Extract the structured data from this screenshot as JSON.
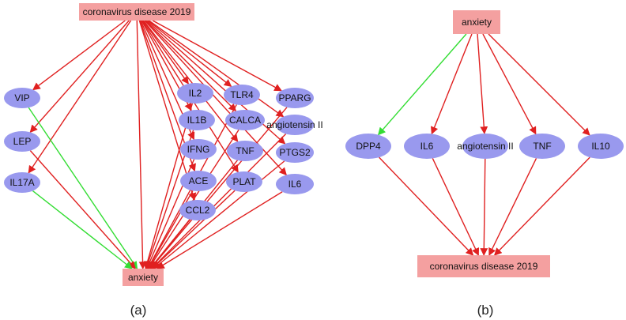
{
  "panel_a": {
    "caption": "(a)",
    "nodes": [
      {
        "id": "covid_a",
        "label": "coronavirus disease 2019",
        "shape": "rect"
      },
      {
        "id": "anxiety_a",
        "label": "anxiety",
        "shape": "rect"
      },
      {
        "id": "VIP",
        "label": "VIP",
        "shape": "ellipse"
      },
      {
        "id": "LEP",
        "label": "LEP",
        "shape": "ellipse"
      },
      {
        "id": "IL17A",
        "label": "IL17A",
        "shape": "ellipse"
      },
      {
        "id": "IL2",
        "label": "IL2",
        "shape": "ellipse"
      },
      {
        "id": "IL1B",
        "label": "IL1B",
        "shape": "ellipse"
      },
      {
        "id": "IFNG",
        "label": "IFNG",
        "shape": "ellipse"
      },
      {
        "id": "ACE",
        "label": "ACE",
        "shape": "ellipse"
      },
      {
        "id": "CCL2",
        "label": "CCL2",
        "shape": "ellipse"
      },
      {
        "id": "TLR4",
        "label": "TLR4",
        "shape": "ellipse"
      },
      {
        "id": "CALCA",
        "label": "CALCA",
        "shape": "ellipse"
      },
      {
        "id": "TNF_a",
        "label": "TNF",
        "shape": "ellipse"
      },
      {
        "id": "PLAT",
        "label": "PLAT",
        "shape": "ellipse"
      },
      {
        "id": "PPARG",
        "label": "PPARG",
        "shape": "ellipse"
      },
      {
        "id": "angio_a",
        "label": "angiotensin II",
        "shape": "ellipse"
      },
      {
        "id": "PTGS2",
        "label": "PTGS2",
        "shape": "ellipse"
      },
      {
        "id": "IL6_a",
        "label": "IL6",
        "shape": "ellipse"
      }
    ],
    "edges": [
      {
        "from": "covid_a",
        "to": "VIP",
        "color": "red"
      },
      {
        "from": "covid_a",
        "to": "LEP",
        "color": "red"
      },
      {
        "from": "covid_a",
        "to": "IL17A",
        "color": "red"
      },
      {
        "from": "covid_a",
        "to": "IL2",
        "color": "red"
      },
      {
        "from": "covid_a",
        "to": "IL1B",
        "color": "red"
      },
      {
        "from": "covid_a",
        "to": "IFNG",
        "color": "red"
      },
      {
        "from": "covid_a",
        "to": "ACE",
        "color": "red"
      },
      {
        "from": "covid_a",
        "to": "CCL2",
        "color": "red"
      },
      {
        "from": "covid_a",
        "to": "TLR4",
        "color": "red"
      },
      {
        "from": "covid_a",
        "to": "CALCA",
        "color": "red"
      },
      {
        "from": "covid_a",
        "to": "TNF_a",
        "color": "red"
      },
      {
        "from": "covid_a",
        "to": "PLAT",
        "color": "red"
      },
      {
        "from": "covid_a",
        "to": "PPARG",
        "color": "red"
      },
      {
        "from": "covid_a",
        "to": "angio_a",
        "color": "red"
      },
      {
        "from": "covid_a",
        "to": "PTGS2",
        "color": "red"
      },
      {
        "from": "covid_a",
        "to": "IL6_a",
        "color": "red"
      },
      {
        "from": "covid_a",
        "to": "anxiety_a",
        "color": "red"
      },
      {
        "from": "VIP",
        "to": "anxiety_a",
        "color": "green"
      },
      {
        "from": "LEP",
        "to": "anxiety_a",
        "color": "red"
      },
      {
        "from": "IL17A",
        "to": "anxiety_a",
        "color": "green"
      },
      {
        "from": "IL2",
        "to": "anxiety_a",
        "color": "red"
      },
      {
        "from": "IL1B",
        "to": "anxiety_a",
        "color": "red"
      },
      {
        "from": "IFNG",
        "to": "anxiety_a",
        "color": "red"
      },
      {
        "from": "ACE",
        "to": "anxiety_a",
        "color": "red"
      },
      {
        "from": "CCL2",
        "to": "anxiety_a",
        "color": "red"
      },
      {
        "from": "TLR4",
        "to": "anxiety_a",
        "color": "red"
      },
      {
        "from": "CALCA",
        "to": "anxiety_a",
        "color": "red"
      },
      {
        "from": "TNF_a",
        "to": "anxiety_a",
        "color": "red"
      },
      {
        "from": "PLAT",
        "to": "anxiety_a",
        "color": "red"
      },
      {
        "from": "PPARG",
        "to": "anxiety_a",
        "color": "red"
      },
      {
        "from": "angio_a",
        "to": "anxiety_a",
        "color": "red"
      },
      {
        "from": "PTGS2",
        "to": "anxiety_a",
        "color": "red"
      },
      {
        "from": "IL6_a",
        "to": "anxiety_a",
        "color": "red"
      }
    ]
  },
  "panel_b": {
    "caption": "(b)",
    "nodes": [
      {
        "id": "anxiety_b",
        "label": "anxiety",
        "shape": "rect"
      },
      {
        "id": "covid_b",
        "label": "coronavirus disease 2019",
        "shape": "rect"
      },
      {
        "id": "DPP4",
        "label": "DPP4",
        "shape": "ellipse"
      },
      {
        "id": "IL6_b",
        "label": "IL6",
        "shape": "ellipse"
      },
      {
        "id": "angio_b",
        "label": "angiotensin II",
        "shape": "ellipse"
      },
      {
        "id": "TNF_b",
        "label": "TNF",
        "shape": "ellipse"
      },
      {
        "id": "IL10",
        "label": "IL10",
        "shape": "ellipse"
      }
    ],
    "edges": [
      {
        "from": "anxiety_b",
        "to": "DPP4",
        "color": "green"
      },
      {
        "from": "anxiety_b",
        "to": "IL6_b",
        "color": "red"
      },
      {
        "from": "anxiety_b",
        "to": "angio_b",
        "color": "red"
      },
      {
        "from": "anxiety_b",
        "to": "TNF_b",
        "color": "red"
      },
      {
        "from": "anxiety_b",
        "to": "IL10",
        "color": "red"
      },
      {
        "from": "DPP4",
        "to": "covid_b",
        "color": "red"
      },
      {
        "from": "IL6_b",
        "to": "covid_b",
        "color": "red"
      },
      {
        "from": "angio_b",
        "to": "covid_b",
        "color": "red"
      },
      {
        "from": "TNF_b",
        "to": "covid_b",
        "color": "red"
      },
      {
        "from": "IL10",
        "to": "covid_b",
        "color": "red"
      }
    ]
  },
  "colors": {
    "rect_node": "#f4a0a0",
    "ellipse_node": "#9999ee",
    "red_edge": "#e02020",
    "green_edge": "#33dd33"
  }
}
